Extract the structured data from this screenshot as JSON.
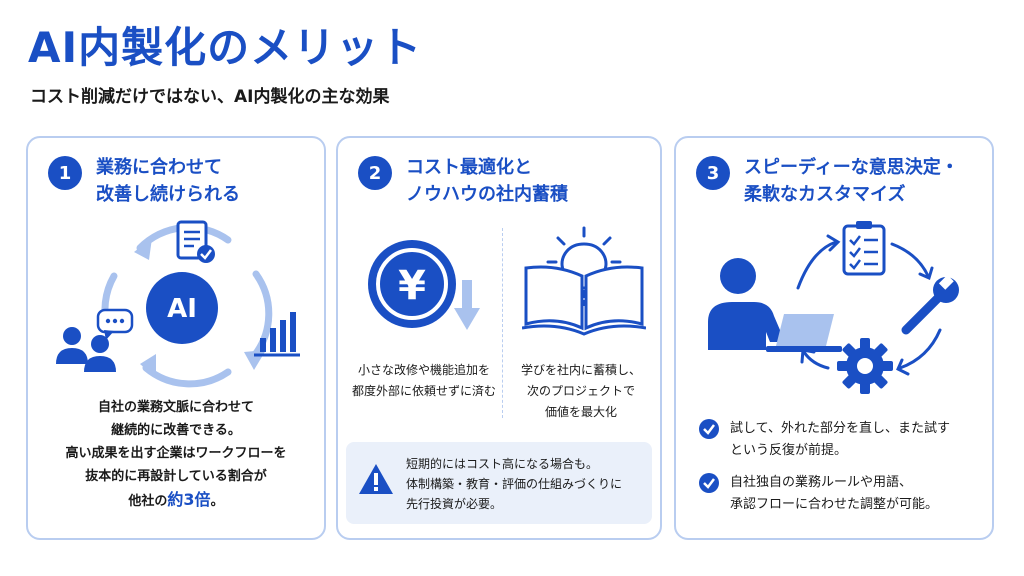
{
  "header": {
    "title": "AI内製化のメリット",
    "subtitle": "コスト削減だけではない、AI内製化の主な効果"
  },
  "colors": {
    "accent": "#1a4fc4",
    "light": "#a9c2ee",
    "border": "#b9cdf0",
    "panel": "#eaf0fa"
  },
  "cards": [
    {
      "number": "1",
      "title_lines": [
        "業務に合わせて",
        "改善し続けられる"
      ],
      "center_label": "AI",
      "icons": [
        "document-check-icon",
        "bar-chart-icon",
        "users-chat-icon",
        "cycle-arrows-icon"
      ],
      "body_lines": [
        "自社の業務文脈に合わせて",
        "継続的に改善できる。",
        "高い成果を出す企業はワークフローを",
        "抜本的に再設計している割合が"
      ],
      "last_line_prefix": "他社の",
      "last_line_accent": "約3倍",
      "last_line_suffix": "。"
    },
    {
      "number": "2",
      "title_lines": [
        "コスト最適化と",
        "ノウハウの社内蓄積"
      ],
      "left_symbol": "¥",
      "icons": [
        "yen-down-icon",
        "lightbulb-book-icon",
        "warning-icon"
      ],
      "left_lines": [
        "小さな改修や機能追加を",
        "都度外部に依頼せずに済む"
      ],
      "right_lines": [
        "学びを社内に蓄積し、",
        "次のプロジェクトで",
        "価値を最大化"
      ],
      "warning_lines": [
        "短期的にはコスト高になる場合も。",
        "体制構築・教育・評価の仕組みづくりに",
        "先行投資が必要。"
      ]
    },
    {
      "number": "3",
      "title_lines": [
        "スピーディーな意思決定・",
        "柔軟なカスタマイズ"
      ],
      "icons": [
        "person-laptop-icon",
        "checklist-icon",
        "wrench-icon",
        "gear-icon"
      ],
      "checks": [
        {
          "lines": [
            "試して、外れた部分を直し、また試す",
            "という反復が前提。"
          ]
        },
        {
          "lines": [
            "自社独自の業務ルールや用語、",
            "承認フローに合わせた調整が可能。"
          ]
        }
      ]
    }
  ]
}
